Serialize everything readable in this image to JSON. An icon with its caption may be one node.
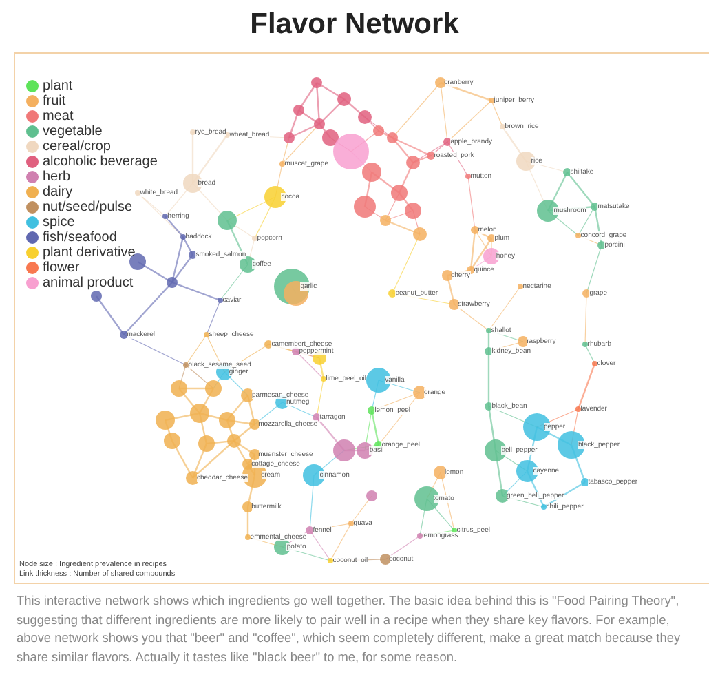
{
  "diagram": {
    "title": "Flavor Network",
    "caption": "This interactive network shows which ingredients go well together. The basic idea behind this is \"Food Pairing Theory\", suggesting that different ingredients are more likely to pair well in a recipe when they share key flavors. For example, above network shows you that \"beer\" and \"coffee\", which seem completely different, make a great match because they share similar flavors. Actually it tastes like \"black beer\" to me, for some reason.",
    "labels": [
      "cranberry",
      "juniper_berry",
      "apple_brandy",
      "brown_rice",
      "rye_bread",
      "wheat_bread",
      "roasted_pork",
      "rice",
      "muscat_grape",
      "shiitake",
      "mutton",
      "bread",
      "white_bread",
      "cocoa",
      "mushroom",
      "matsutake",
      "herring",
      "melon",
      "plum",
      "haddock",
      "popcorn",
      "concord_grape",
      "porcini",
      "smoked_salmon",
      "honey",
      "coffee",
      "quince",
      "cherry",
      "garlic",
      "nectarine",
      "peanut_butter",
      "grape",
      "caviar",
      "strawberry",
      "mackerel",
      "sheep_cheese",
      "shallot",
      "raspberry",
      "camembert_cheese",
      "rhubarb",
      "peppermint",
      "kidney_bean",
      "clover",
      "black_sesame_seed",
      "ginger",
      "lime_peel_oil",
      "vanilla",
      "orange",
      "parmesan_cheese",
      "nutmeg",
      "black_bean",
      "lavender",
      "lemon_peel",
      "tarragon",
      "mozzarella_cheese",
      "pepper",
      "black_pepper",
      "orange_peel",
      "basil",
      "bell_pepper",
      "muenster_cheese",
      "cottage_cheese",
      "cayenne",
      "lemon",
      "cream",
      "cinnamon",
      "cheddar_cheese",
      "tabasco_pepper",
      "green_bell_pepper",
      "tomato",
      "chili_pepper",
      "buttermilk",
      "guava",
      "fennel",
      "citrus_peel",
      "lemongrass",
      "emmental_cheese",
      "potato",
      "coconut",
      "coconut_oil",
      "Node size : Ingredient prevalence in recipes",
      "Link thickness : Number of shared compounds"
    ],
    "legend": [
      {
        "text": "plant",
        "color": "#5ee35a"
      },
      {
        "text": "fruit",
        "color": "#f4b060"
      },
      {
        "text": "meat",
        "color": "#f07878"
      },
      {
        "text": "vegetable",
        "color": "#5fbf8f"
      },
      {
        "text": "cereal/crop",
        "color": "#f0d8c0"
      },
      {
        "text": "alcoholic beverage",
        "color": "#e0607f"
      },
      {
        "text": "herb",
        "color": "#d080b0"
      },
      {
        "text": "dairy",
        "color": "#f0b050"
      },
      {
        "text": "nut/seed/pulse",
        "color": "#c09060"
      },
      {
        "text": "spice",
        "color": "#40c0e0"
      },
      {
        "text": "fish/seafood",
        "color": "#6068b0"
      },
      {
        "text": "plant derivative",
        "color": "#f8d030"
      },
      {
        "text": "flower",
        "color": "#f87850"
      },
      {
        "text": "animal product",
        "color": "#f8a0d0"
      }
    ]
  }
}
